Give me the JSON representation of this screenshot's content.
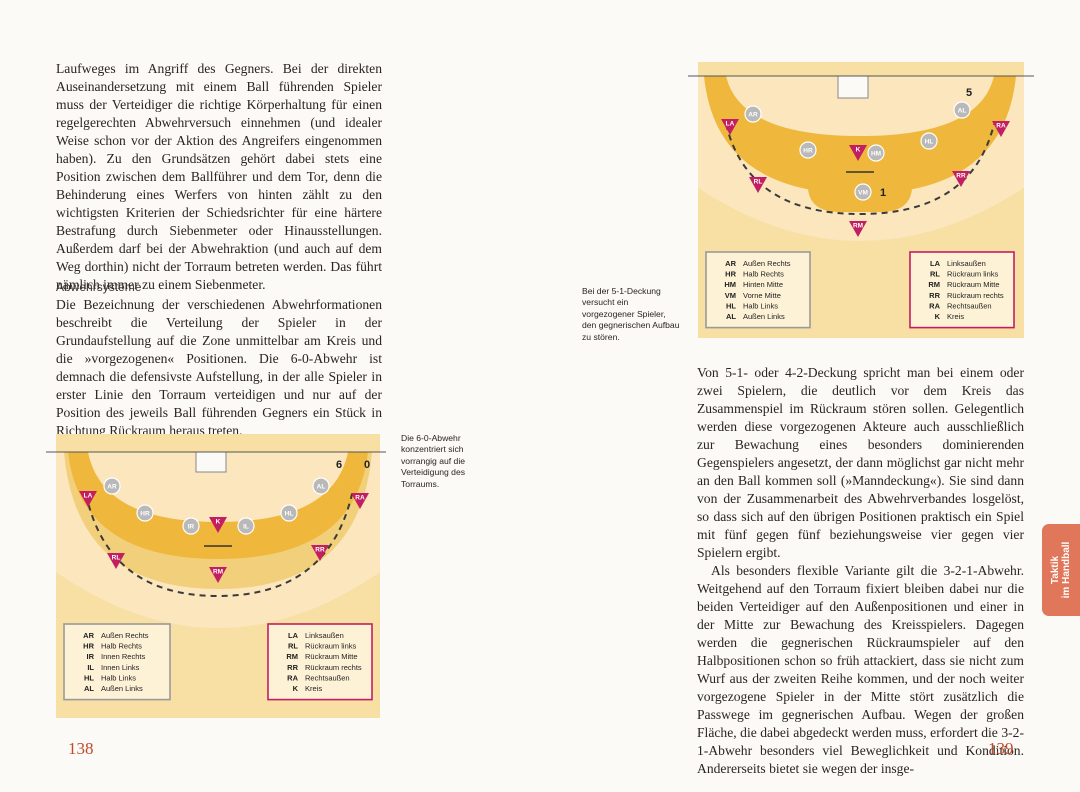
{
  "left_page": {
    "paragraph1": "Laufweges im Angriff des Gegners. Bei der direkten Auseinandersetzung mit einem Ball führenden Spieler muss der Verteidiger die richtige Körperhaltung für einen regelgerechten Abwehrversuch einnehmen (und idealer Weise schon vor der Aktion des Angreifers eingenommen haben). Zu den Grundsätzen gehört dabei stets eine Position zwischen dem Ballführer und dem Tor, denn die Behinderung eines Werfers von hinten zählt zu den wichtigsten Kriterien der Schiedsrichter für eine härtere Bestrafung durch Siebenmeter oder Hinausstellungen. Außerdem darf bei der Abwehraktion (und auch auf dem Weg dorthin) nicht der Torraum betreten werden. Das führt nämlich immer zu einem Siebenmeter.",
    "heading": "Abwehrsysteme",
    "paragraph2": "Die Bezeichnung der verschiedenen Abwehrformationen beschreibt die Verteilung der Spieler in der Grundaufstellung auf die Zone unmittelbar am Kreis und die »vorgezogenen« Positionen. Die 6-0-Abwehr ist demnach die defensivste Aufstellung, in der alle Spieler in erster Linie den Torraum verteidigen und nur auf der Position des jeweils Ball führenden Gegners ein Stück in Richtung Rückraum heraus treten.",
    "caption": "Die 6-0-Abwehr konzentriert sich vorrangig auf die Verteidigung des Torraums.",
    "page_number": "138"
  },
  "right_page": {
    "caption": "Bei der 5-1-Deckung versucht ein vorgezogener Spieler, den gegnerischen Aufbau zu stören.",
    "paragraph1": "Von 5-1- oder 4-2-Deckung spricht man bei einem oder zwei Spielern, die deutlich vor dem Kreis das Zusammenspiel im Rückraum stören sollen. Gelegentlich werden diese vorgezogenen Akteure auch ausschließlich zur Bewachung eines besonders dominierenden Gegenspielers angesetzt, der dann möglichst gar nicht mehr an den Ball kommen soll (»Manndeckung«). Sie sind dann von der Zusammenarbeit des Abwehrverbandes losgelöst, so dass sich auf den übrigen Positionen praktisch ein Spiel mit fünf gegen fünf beziehungsweise vier gegen vier Spielern ergibt.",
    "paragraph2": "Als besonders flexible Variante gilt die 3-2-1-Abwehr. Weitgehend auf den Torraum fixiert bleiben dabei nur die beiden Verteidiger auf den Außenpositionen und einer in der Mitte zur Bewachung des Kreisspielers. Dagegen werden die gegnerischen Rückraumspieler auf den Halbpositionen schon so früh attackiert, dass sie nicht zum Wurf aus der zweiten Reihe kommen, und der noch weiter vorgezogene Spieler in der Mitte stört zusätzlich die Passwege im gegnerischen Aufbau. Wegen der großen Fläche, die dabei abgedeckt werden muss, erfordert die 3-2-1-Abwehr besonders viel Beweglichkeit und Kondition. Andererseits bietet sie wegen der insge-",
    "side_tab": [
      "Taktik",
      "im Handball"
    ],
    "page_number": "139"
  },
  "colors": {
    "court": "#f8dfa4",
    "zone_pale": "#f2cf7a",
    "zone_mid": "#efb83d",
    "zone_dark": "#e8a61a",
    "defender": "#b9b9b9",
    "attacker": "#c21f63",
    "accent": "#c24a2a",
    "tab": "#e0765a"
  },
  "diagram_6_0": {
    "labels": [
      "6",
      "0"
    ],
    "defenders": [
      "AR",
      "HR",
      "IR",
      "IL",
      "HL",
      "AL"
    ],
    "attackers": [
      "LA",
      "K",
      "RA",
      "RL",
      "RR",
      "RM"
    ],
    "defender_legend": [
      {
        "code": "AR",
        "name": "Außen Rechts"
      },
      {
        "code": "HR",
        "name": "Halb Rechts"
      },
      {
        "code": "IR",
        "name": "Innen Rechts"
      },
      {
        "code": "IL",
        "name": "Innen Links"
      },
      {
        "code": "HL",
        "name": "Halb Links"
      },
      {
        "code": "AL",
        "name": "Außen Links"
      }
    ],
    "attacker_legend": [
      {
        "code": "LA",
        "name": "Linksaußen"
      },
      {
        "code": "RL",
        "name": "Rückraum links"
      },
      {
        "code": "RM",
        "name": "Rückraum Mitte"
      },
      {
        "code": "RR",
        "name": "Rückraum rechts"
      },
      {
        "code": "RA",
        "name": "Rechtsaußen"
      },
      {
        "code": "K",
        "name": "Kreis"
      }
    ]
  },
  "diagram_5_1": {
    "labels": [
      "5",
      "1"
    ],
    "defenders": [
      "AR",
      "HR",
      "HM",
      "HL",
      "AL",
      "VM"
    ],
    "attackers": [
      "LA",
      "K",
      "RA",
      "RL",
      "RR",
      "RM"
    ],
    "defender_legend": [
      {
        "code": "AR",
        "name": "Außen Rechts"
      },
      {
        "code": "HR",
        "name": "Halb Rechts"
      },
      {
        "code": "HM",
        "name": "Hinten Mitte"
      },
      {
        "code": "VM",
        "name": "Vorne Mitte"
      },
      {
        "code": "HL",
        "name": "Halb Links"
      },
      {
        "code": "AL",
        "name": "Außen Links"
      }
    ],
    "attacker_legend": [
      {
        "code": "LA",
        "name": "Linksaußen"
      },
      {
        "code": "RL",
        "name": "Rückraum links"
      },
      {
        "code": "RM",
        "name": "Rückraum Mitte"
      },
      {
        "code": "RR",
        "name": "Rückraum rechts"
      },
      {
        "code": "RA",
        "name": "Rechtsaußen"
      },
      {
        "code": "K",
        "name": "Kreis"
      }
    ]
  }
}
